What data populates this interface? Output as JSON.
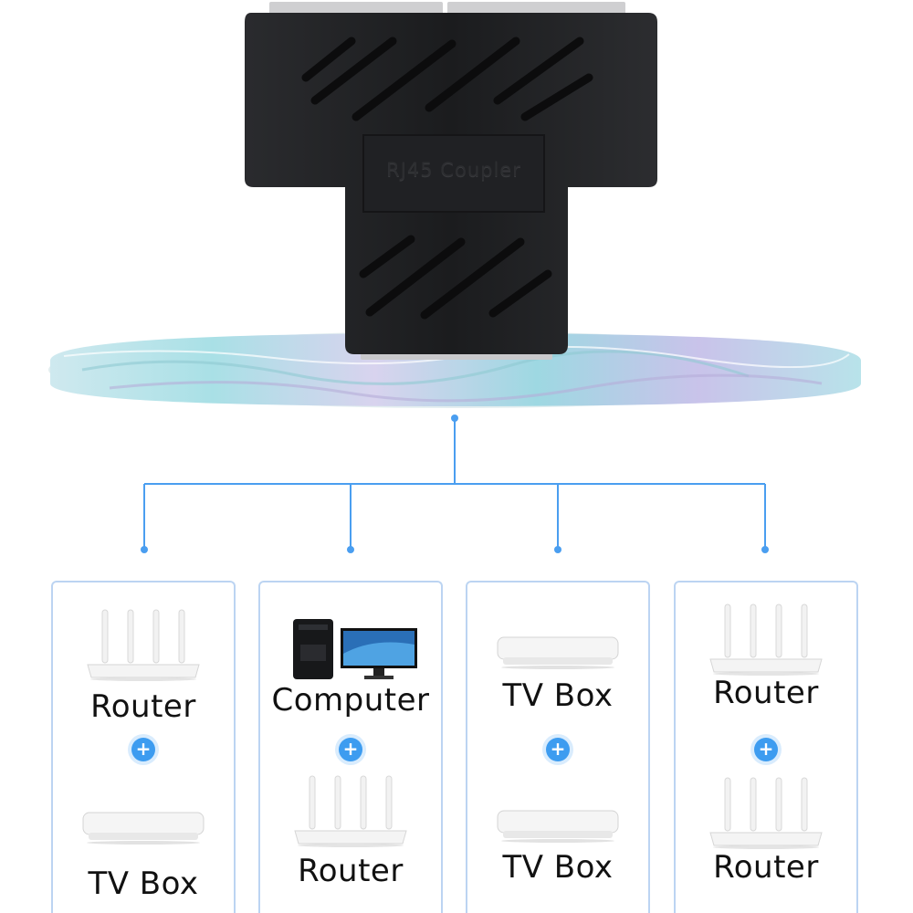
{
  "product": {
    "embossed_label": "RJ45 Coupler"
  },
  "colors": {
    "connector_line": "#4a9ef0",
    "plus_badge": "#3d9cf0",
    "card_border": "#bcd4f2",
    "coupler_body": "#1b1c1e"
  },
  "cards": [
    {
      "top": {
        "label": "Router",
        "icon": "router-icon"
      },
      "plus_icon": "plus-icon",
      "bottom": {
        "label": "TV Box",
        "icon": "tv-box-icon"
      }
    },
    {
      "top": {
        "label": "Computer",
        "icon": "computer-icon"
      },
      "plus_icon": "plus-icon",
      "bottom": {
        "label": "Router",
        "icon": "router-icon"
      }
    },
    {
      "top": {
        "label": "TV Box",
        "icon": "tv-box-icon"
      },
      "plus_icon": "plus-icon",
      "bottom": {
        "label": "TV Box",
        "icon": "tv-box-icon"
      }
    },
    {
      "top": {
        "label": "Router",
        "icon": "router-icon"
      },
      "plus_icon": "plus-icon",
      "bottom": {
        "label": "Router",
        "icon": "router-icon"
      }
    }
  ]
}
